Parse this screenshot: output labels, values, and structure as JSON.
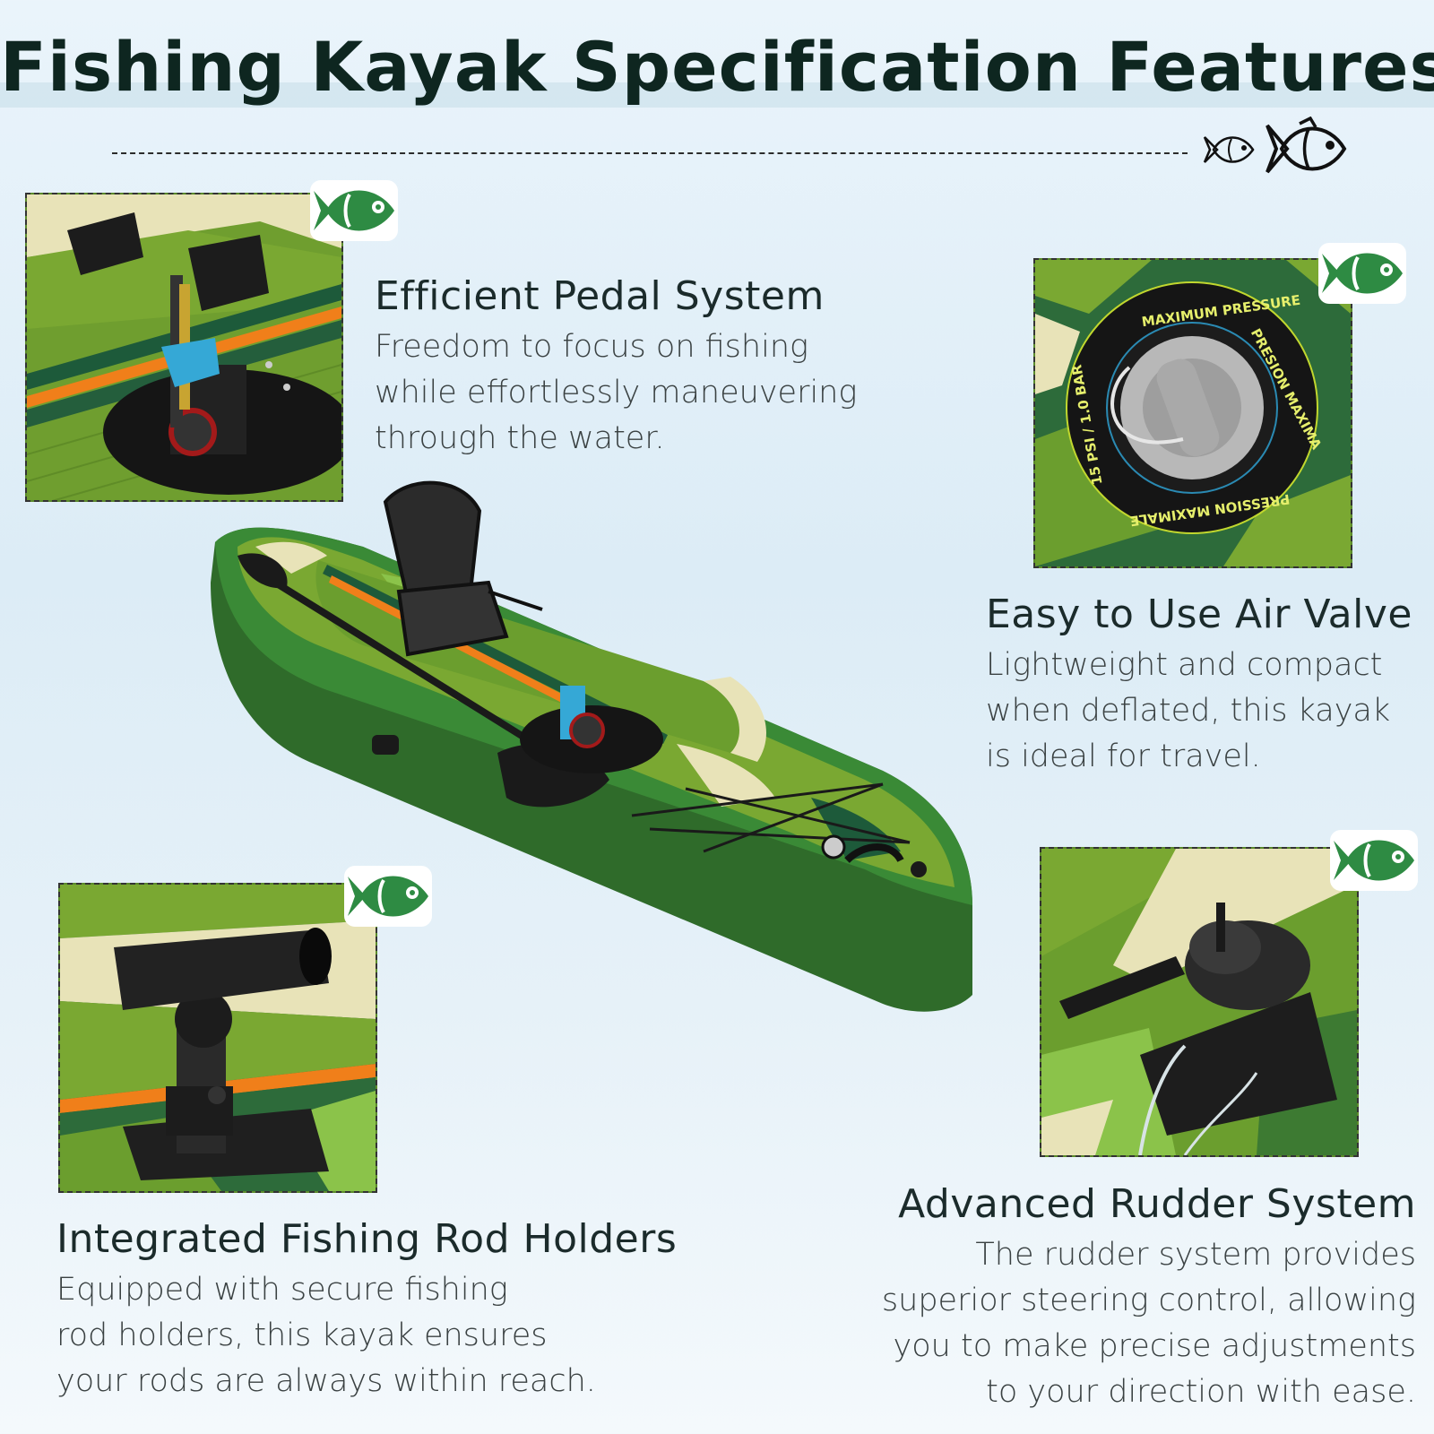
{
  "page": {
    "title": "Fishing Kayak Specification Features"
  },
  "icons": {
    "header_fish": [
      "fish-outline-icon",
      "fish-outline-icon"
    ],
    "badge": "fish-badge-icon"
  },
  "colors": {
    "title": "#0e2620",
    "badge_green": "#2e8b43",
    "kayak_green": "#2f6b2a",
    "camo_light": "#8bc34a",
    "camo_cream": "#e8e3b8",
    "stripe_orange": "#f07f1a"
  },
  "features": {
    "pedal": {
      "heading": "Efficient Pedal System",
      "body": "Freedom to focus on fishing\nwhile effortlessly maneuvering\nthrough the water."
    },
    "valve": {
      "heading": "Easy to Use Air Valve",
      "body": "Lightweight and compact\nwhen deflated, this kayak\nis ideal for travel."
    },
    "rod": {
      "heading": "Integrated Fishing Rod Holders",
      "body": "Equipped with secure fishing\nrod holders, this kayak ensures\nyour rods are always within reach."
    },
    "rudder": {
      "heading": "Advanced Rudder System",
      "body": "The rudder system provides\nsuperior steering control, allowing\nyou to make precise adjustments\nto your direction with ease."
    }
  },
  "valve_ring": {
    "top": "MAXIMUM PRESSURE",
    "right": "PRESION MAXIMA",
    "bottom": "PRESSION MAXIMALE",
    "left": "15 PSI / 1.0 BAR"
  }
}
